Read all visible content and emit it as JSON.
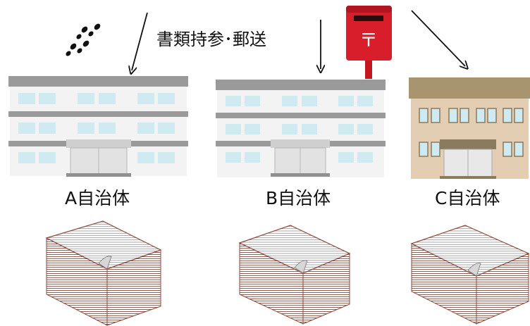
{
  "caption": "書類持参･郵送",
  "municipalities": [
    {
      "label": "A自治体"
    },
    {
      "label": "B自治体"
    },
    {
      "label": "C自治体"
    }
  ],
  "colors": {
    "building_wall": "#f3f3f3",
    "building_band": "#9a9a9a",
    "window": "#cfeaf0",
    "brown_wall": "#e3cdb3",
    "brown_roof": "#a8946f",
    "postbox_red": "#d81e2a",
    "paper_edge": "#8a4a3c"
  },
  "icons": [
    "footprints-icon",
    "mailbox-icon",
    "office-building-icon",
    "document-stack-icon",
    "arrow-icon"
  ]
}
